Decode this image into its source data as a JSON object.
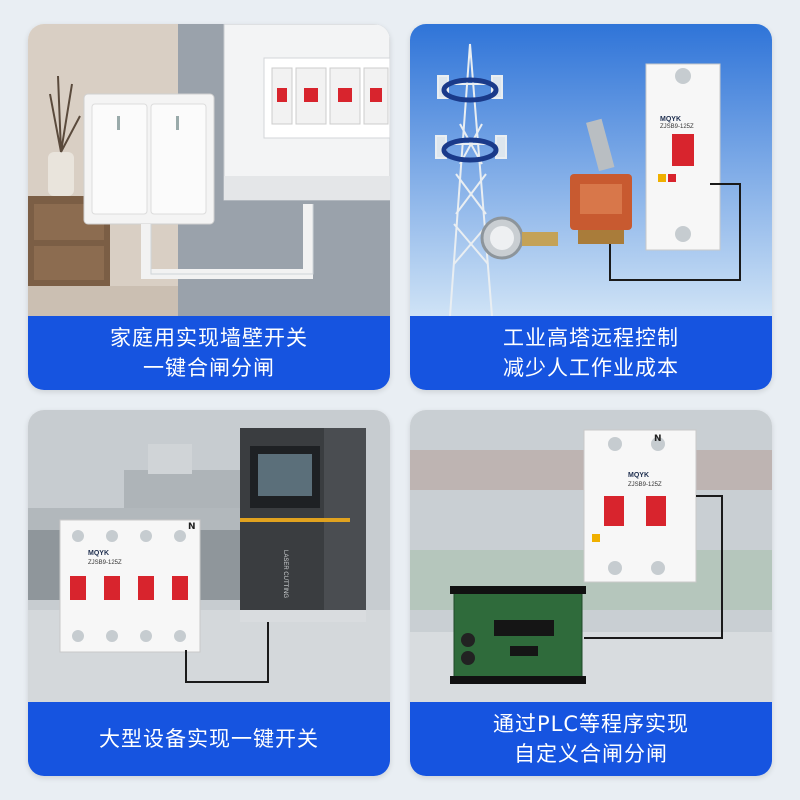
{
  "colors": {
    "accent": "#1654e0",
    "caption_text": "#ffffff",
    "breaker_red": "#d8242d"
  },
  "cards": [
    {
      "caption_line1": "家庭用实现墙壁开关",
      "caption_line2": "一键合闸分闸"
    },
    {
      "caption_line1": "工业高塔远程控制",
      "caption_line2": "减少人工作业成本"
    },
    {
      "caption_line1": "大型设备实现一键开关",
      "caption_line2": ""
    },
    {
      "caption_line1": "通过PLC等程序实现",
      "caption_line2": "自定义合闸分闸"
    }
  ],
  "breaker": {
    "brand": "MQYK",
    "model": "ZJSB9-125Z",
    "neutral": "N"
  },
  "laser_machine": {
    "side_label": "LASER CUTTING"
  }
}
